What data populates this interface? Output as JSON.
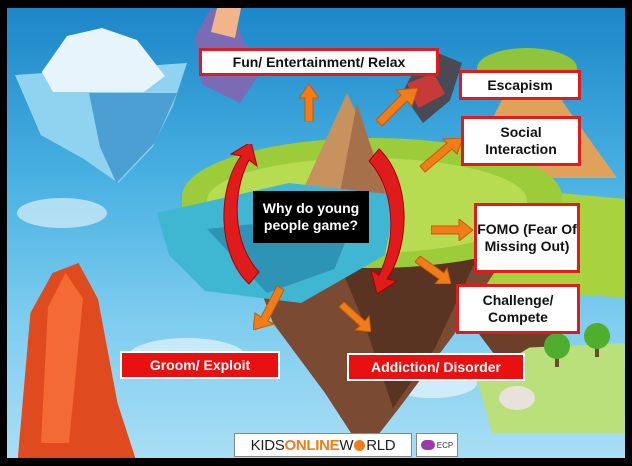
{
  "center_question": "Why do young people game?",
  "reasons": {
    "fun": "Fun/ Entertainment/ Relax",
    "escapism": "Escapism",
    "social": "Social Interaction",
    "fomo": "FOMO (Fear Of Missing Out)",
    "challenge": "Challenge/ Compete"
  },
  "risks": {
    "groom": "Groom/ Exploit",
    "addiction": "Addiction/ Disorder"
  },
  "logo": {
    "part1": "KIDS",
    "part2": "ONLINE",
    "part3": "W",
    "part4": "RLD",
    "ecp": "ECP"
  },
  "colors": {
    "box_border": "#e01b1b",
    "arrow": "#f07c1a",
    "risk_bg": "#e81010",
    "cycle": "#e01b1b"
  }
}
